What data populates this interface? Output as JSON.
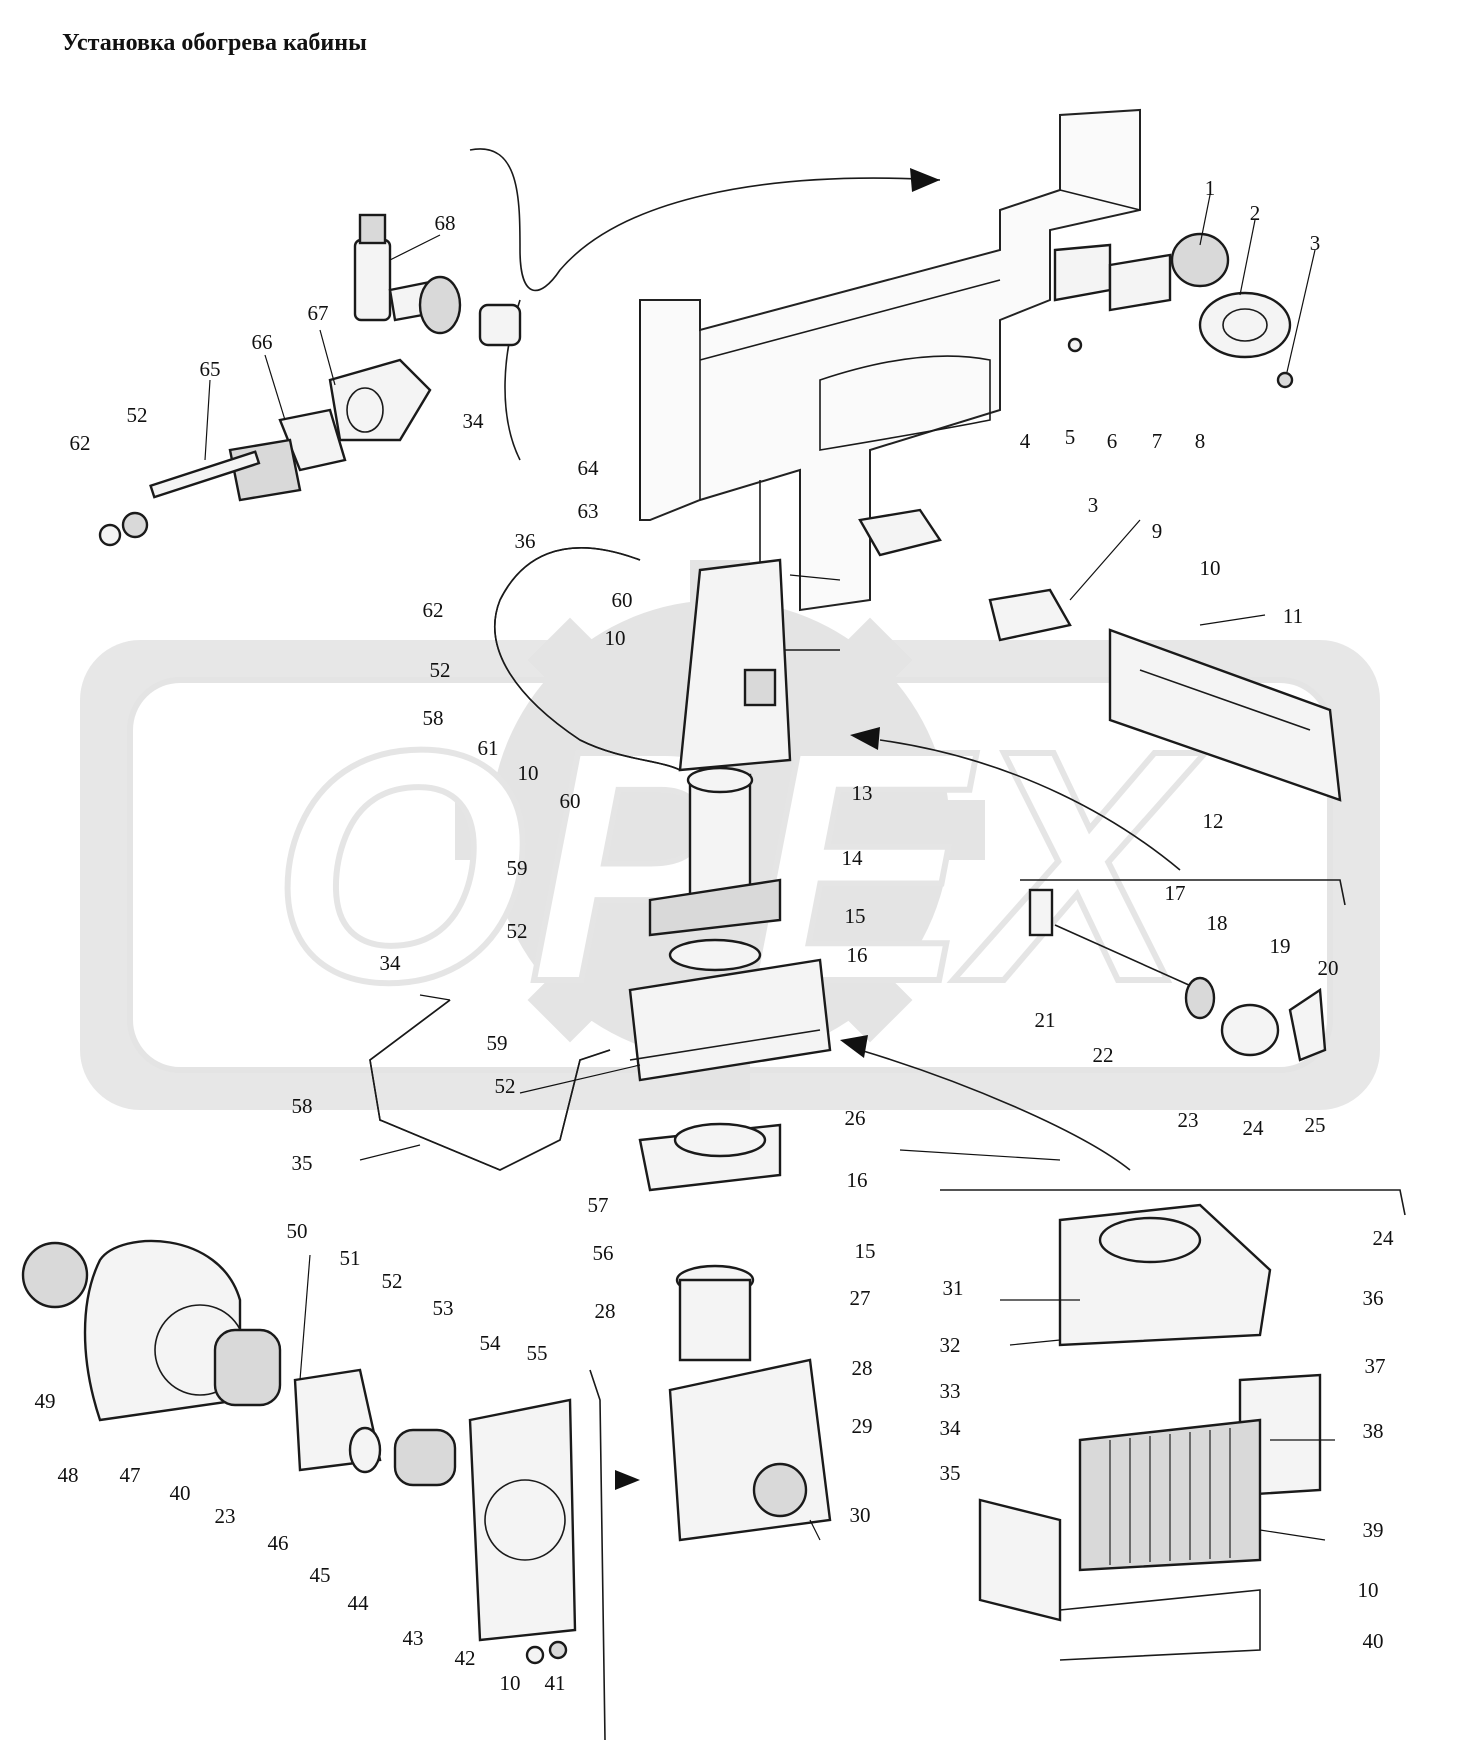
{
  "title": "Установка обогрева кабины",
  "watermark": "OPEX",
  "callouts": [
    {
      "id": "c1",
      "text": "1"
    },
    {
      "id": "c2",
      "text": "2"
    },
    {
      "id": "c3a",
      "text": "3"
    },
    {
      "id": "c4",
      "text": "4"
    },
    {
      "id": "c5",
      "text": "5"
    },
    {
      "id": "c6",
      "text": "6"
    },
    {
      "id": "c7",
      "text": "7"
    },
    {
      "id": "c8",
      "text": "8"
    },
    {
      "id": "c68",
      "text": "68"
    },
    {
      "id": "c67",
      "text": "67"
    },
    {
      "id": "c66",
      "text": "66"
    },
    {
      "id": "c65",
      "text": "65"
    },
    {
      "id": "c52a",
      "text": "52"
    },
    {
      "id": "c62a",
      "text": "62"
    },
    {
      "id": "c34a",
      "text": "34"
    },
    {
      "id": "c64",
      "text": "64"
    },
    {
      "id": "c63",
      "text": "63"
    },
    {
      "id": "c36a",
      "text": "36"
    },
    {
      "id": "c3b",
      "text": "3"
    },
    {
      "id": "c9",
      "text": "9"
    },
    {
      "id": "c10a",
      "text": "10"
    },
    {
      "id": "c11",
      "text": "11"
    },
    {
      "id": "c60a",
      "text": "60"
    },
    {
      "id": "c10b",
      "text": "10"
    },
    {
      "id": "c62b",
      "text": "62"
    },
    {
      "id": "c52b",
      "text": "52"
    },
    {
      "id": "c58a",
      "text": "58"
    },
    {
      "id": "c61",
      "text": "61"
    },
    {
      "id": "c10c",
      "text": "10"
    },
    {
      "id": "c60b",
      "text": "60"
    },
    {
      "id": "c13",
      "text": "13"
    },
    {
      "id": "c12",
      "text": "12"
    },
    {
      "id": "c14",
      "text": "14"
    },
    {
      "id": "c59a",
      "text": "59"
    },
    {
      "id": "c52c",
      "text": "52"
    },
    {
      "id": "c15a",
      "text": "15"
    },
    {
      "id": "c16a",
      "text": "16"
    },
    {
      "id": "c17",
      "text": "17"
    },
    {
      "id": "c18",
      "text": "18"
    },
    {
      "id": "c19",
      "text": "19"
    },
    {
      "id": "c20",
      "text": "20"
    },
    {
      "id": "c21",
      "text": "21"
    },
    {
      "id": "c22",
      "text": "22"
    },
    {
      "id": "c23a",
      "text": "23"
    },
    {
      "id": "c24a",
      "text": "24"
    },
    {
      "id": "c25",
      "text": "25"
    },
    {
      "id": "c34b",
      "text": "34"
    },
    {
      "id": "c59b",
      "text": "59"
    },
    {
      "id": "c52d",
      "text": "52"
    },
    {
      "id": "c58b",
      "text": "58"
    },
    {
      "id": "c35a",
      "text": "35"
    },
    {
      "id": "c26",
      "text": "26"
    },
    {
      "id": "c16b",
      "text": "16"
    },
    {
      "id": "c57",
      "text": "57"
    },
    {
      "id": "c56",
      "text": "56"
    },
    {
      "id": "c15b",
      "text": "15"
    },
    {
      "id": "c27",
      "text": "27"
    },
    {
      "id": "c28a",
      "text": "28"
    },
    {
      "id": "c28b",
      "text": "28"
    },
    {
      "id": "c29",
      "text": "29"
    },
    {
      "id": "c30",
      "text": "30"
    },
    {
      "id": "c24b",
      "text": "24"
    },
    {
      "id": "c31",
      "text": "31"
    },
    {
      "id": "c36b",
      "text": "36"
    },
    {
      "id": "c32",
      "text": "32"
    },
    {
      "id": "c37",
      "text": "37"
    },
    {
      "id": "c33",
      "text": "33"
    },
    {
      "id": "c34c",
      "text": "34"
    },
    {
      "id": "c38",
      "text": "38"
    },
    {
      "id": "c35b",
      "text": "35"
    },
    {
      "id": "c39",
      "text": "39"
    },
    {
      "id": "c10d",
      "text": "10"
    },
    {
      "id": "c40a",
      "text": "40"
    },
    {
      "id": "c50",
      "text": "50"
    },
    {
      "id": "c51",
      "text": "51"
    },
    {
      "id": "c52e",
      "text": "52"
    },
    {
      "id": "c53",
      "text": "53"
    },
    {
      "id": "c54",
      "text": "54"
    },
    {
      "id": "c55",
      "text": "55"
    },
    {
      "id": "c49",
      "text": "49"
    },
    {
      "id": "c48",
      "text": "48"
    },
    {
      "id": "c47",
      "text": "47"
    },
    {
      "id": "c40b",
      "text": "40"
    },
    {
      "id": "c23b",
      "text": "23"
    },
    {
      "id": "c46",
      "text": "46"
    },
    {
      "id": "c45",
      "text": "45"
    },
    {
      "id": "c44",
      "text": "44"
    },
    {
      "id": "c43",
      "text": "43"
    },
    {
      "id": "c42",
      "text": "42"
    },
    {
      "id": "c10e",
      "text": "10"
    },
    {
      "id": "c41",
      "text": "41"
    }
  ]
}
